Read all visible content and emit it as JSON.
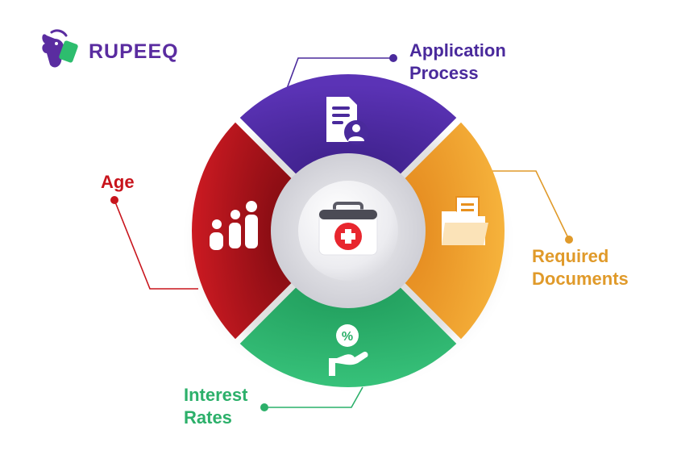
{
  "brand": {
    "name": "RUPEEQ",
    "color": "#5a2ca0"
  },
  "center": {
    "icon": "medical-kit-icon"
  },
  "segments": [
    {
      "key": "application",
      "label": "Application\nProcess",
      "icon": "document-user-icon",
      "color": "#4a2a9c"
    },
    {
      "key": "documents",
      "label": "Required\nDocuments",
      "icon": "folder-documents-icon",
      "color": "#f0a12e"
    },
    {
      "key": "interest",
      "label": "Interest\nRates",
      "icon": "hand-percent-icon",
      "color": "#2cb06a"
    },
    {
      "key": "age",
      "label": "Age",
      "icon": "family-age-icon",
      "color": "#b8121c"
    }
  ]
}
